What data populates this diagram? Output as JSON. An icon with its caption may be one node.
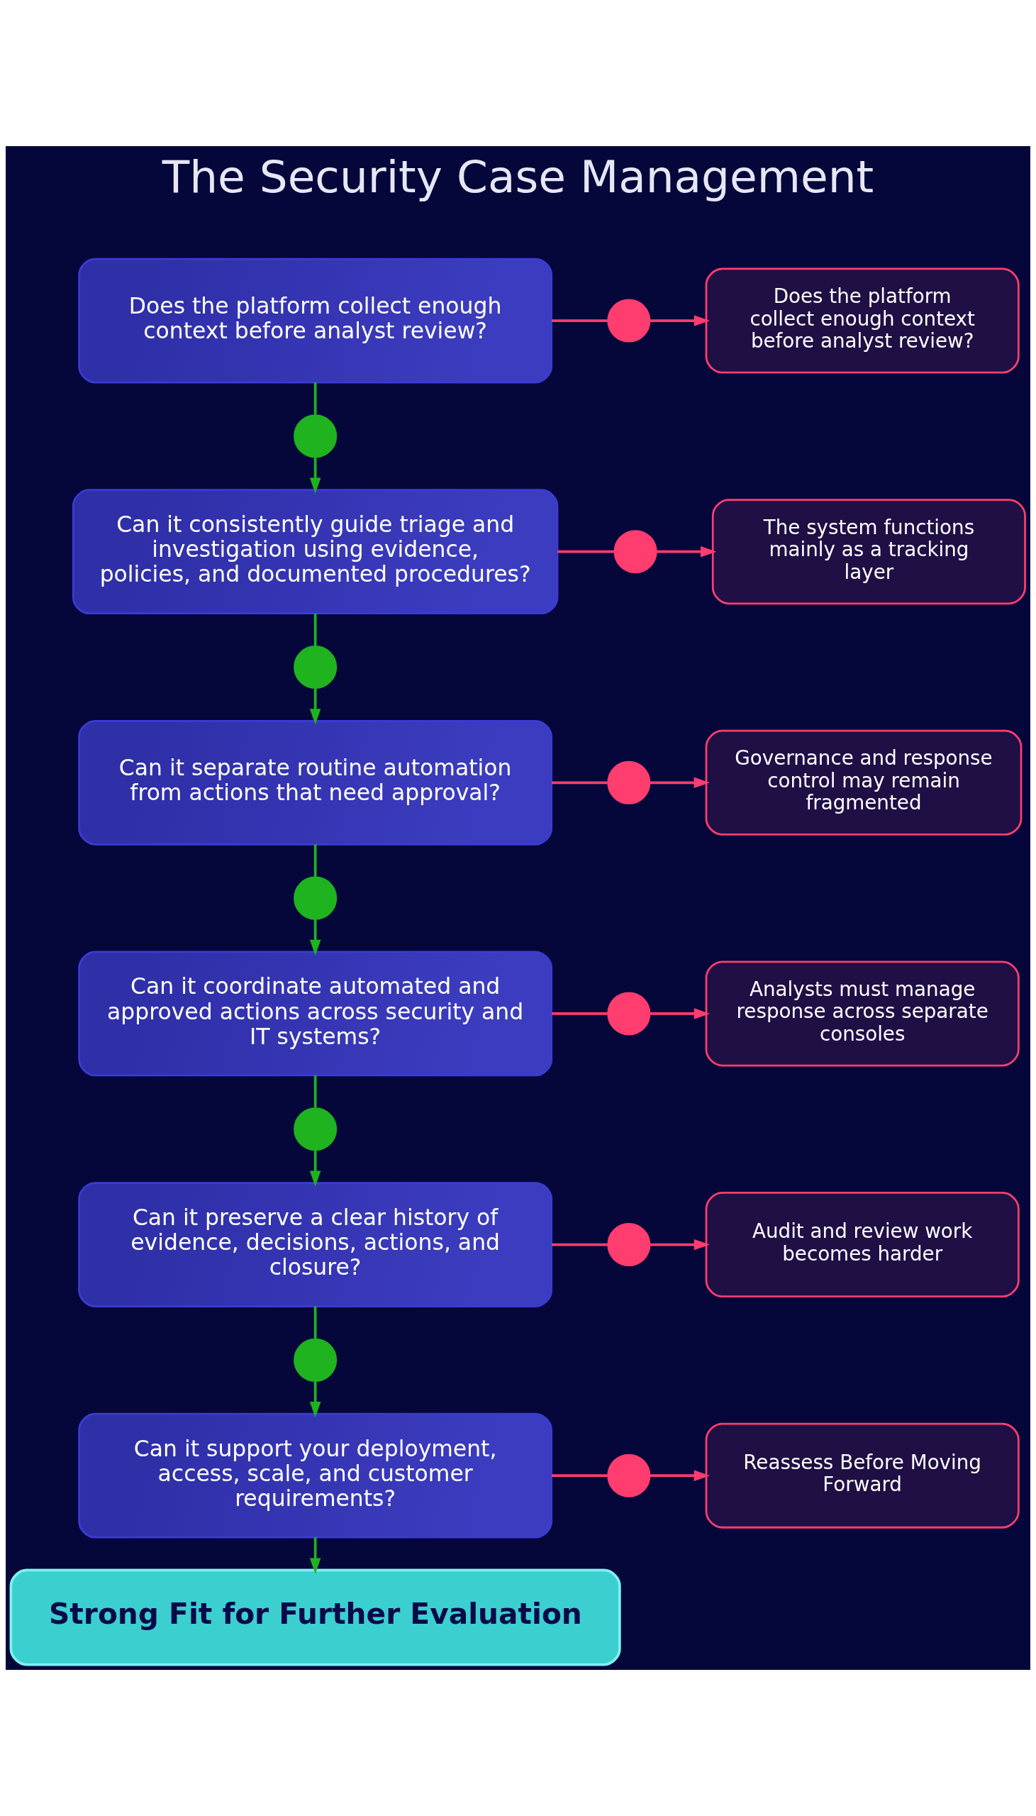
{
  "diagram": {
    "title": "The Security Case Management",
    "nodes": [
      {
        "text": [
          "Does the platform collect enough context before analyst review?"
        ]
      },
      {
        "text": [],
        "shape": "circle"
      },
      {
        "text": [
          "Does the platform collect enough context before analyst review?"
        ]
      },
      {
        "text": [],
        "shape": "circle"
      },
      {
        "text": [
          "Can it consistently guide triage and investigation using evidence, policies, and documented procedures?"
        ]
      },
      {
        "text": [],
        "shape": "circle"
      },
      {
        "text": [
          "The system functions mainly as a tracking layer"
        ]
      },
      {
        "text": [],
        "shape": "circle"
      },
      {
        "text": [
          "Can it separate routine automation from actions that need approval?"
        ]
      },
      {
        "text": [],
        "shape": "circle"
      },
      {
        "text": [
          "Governance and response control may remain fragmented"
        ]
      },
      {
        "text": [],
        "shape": "circle"
      },
      {
        "text": [
          "Can it coordinate automated and approved actions across security and IT systems?"
        ]
      },
      {
        "text": [],
        "shape": "circle"
      },
      {
        "text": [
          "Analysts must manage response across separate consoles"
        ]
      },
      {
        "text": [],
        "shape": "circle"
      },
      {
        "text": [
          "Can it preserve a clear history of evidence, decisions, actions, and closure?"
        ]
      },
      {
        "text": [],
        "shape": "circle"
      },
      {
        "text": [
          "Audit and review work becomes harder"
        ]
      },
      {
        "text": [],
        "shape": "circle"
      },
      {
        "text": [
          "Can it support your deployment, access, scale, and customer requirements?"
        ]
      },
      {
        "text": [],
        "shape": "circle"
      },
      {
        "text": [
          "Reassess Before Moving Forward"
        ]
      },
      {
        "text": [
          "Strong Fit for Further Evaluation"
        ]
      }
    ],
    "edges": [
      {
        "from": 0,
        "to": 1,
        "arrow": "none"
      },
      {
        "from": 1,
        "to": 2,
        "arrow": "to"
      },
      {
        "from": 0,
        "to": 3,
        "arrow": "none",
        "color": "#1fb31f"
      },
      {
        "from": 3,
        "to": 4,
        "arrow": "to",
        "color": "#1fb31f"
      },
      {
        "from": 4,
        "to": 5,
        "arrow": "none"
      },
      {
        "from": 5,
        "to": 6,
        "arrow": "to"
      },
      {
        "from": 4,
        "to": 7,
        "arrow": "none",
        "color": "#1fb31f"
      },
      {
        "from": 7,
        "to": 8,
        "arrow": "to",
        "color": "#1fb31f"
      },
      {
        "from": 8,
        "to": 9,
        "arrow": "none"
      },
      {
        "from": 9,
        "to": 10,
        "arrow": "to"
      },
      {
        "from": 8,
        "to": 11,
        "arrow": "none",
        "color": "#1fb31f"
      },
      {
        "from": 11,
        "to": 12,
        "arrow": "to",
        "color": "#1fb31f"
      },
      {
        "from": 12,
        "to": 13,
        "arrow": "none"
      },
      {
        "from": 13,
        "to": 14,
        "arrow": "to"
      },
      {
        "from": 12,
        "to": 15,
        "arrow": "none",
        "color": "#1fb31f"
      },
      {
        "from": 15,
        "to": 16,
        "arrow": "to",
        "color": "#1fb31f"
      },
      {
        "from": 16,
        "to": 17,
        "arrow": "none"
      },
      {
        "from": 17,
        "to": 18,
        "arrow": "to"
      },
      {
        "from": 16,
        "to": 19,
        "arrow": "none",
        "color": "#1fb31f"
      },
      {
        "from": 19,
        "to": 20,
        "arrow": "to",
        "color": "#1fb31f"
      },
      {
        "from": 20,
        "to": 21,
        "arrow": "none"
      },
      {
        "from": 21,
        "to": 22,
        "arrow": "to"
      },
      {
        "from": 20,
        "to": 23,
        "arrow": "to",
        "color": "#1fb31f"
      }
    ]
  }
}
